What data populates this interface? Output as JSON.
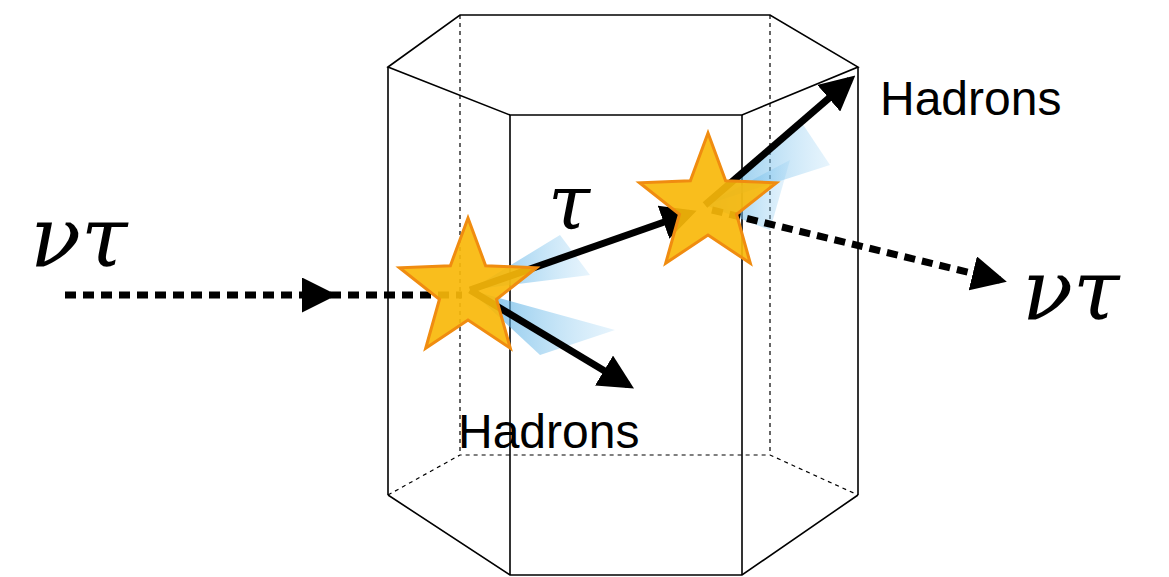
{
  "diagram": {
    "labels": [
      "ντ",
      "τ",
      "Hadrons",
      "Hadrons",
      "ντ"
    ]
  }
}
